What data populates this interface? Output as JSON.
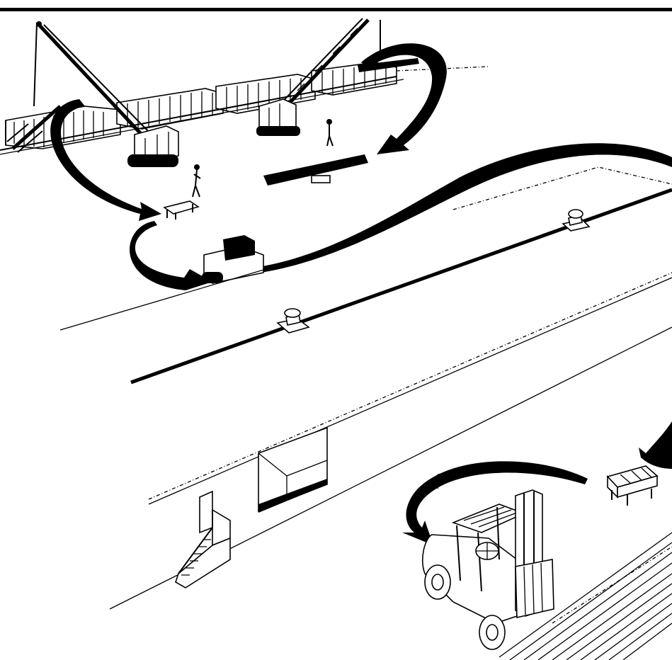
{
  "illustration": {
    "palette": {
      "ink": "#000000",
      "paper": "#ffffff"
    },
    "objects": [
      "border-rule",
      "railcars",
      "crawler-crane",
      "crawler-crane",
      "flow-arrow",
      "roof-vent",
      "loading-door",
      "stair",
      "forklift",
      "pallet",
      "stacked-lumber",
      "worker"
    ]
  }
}
